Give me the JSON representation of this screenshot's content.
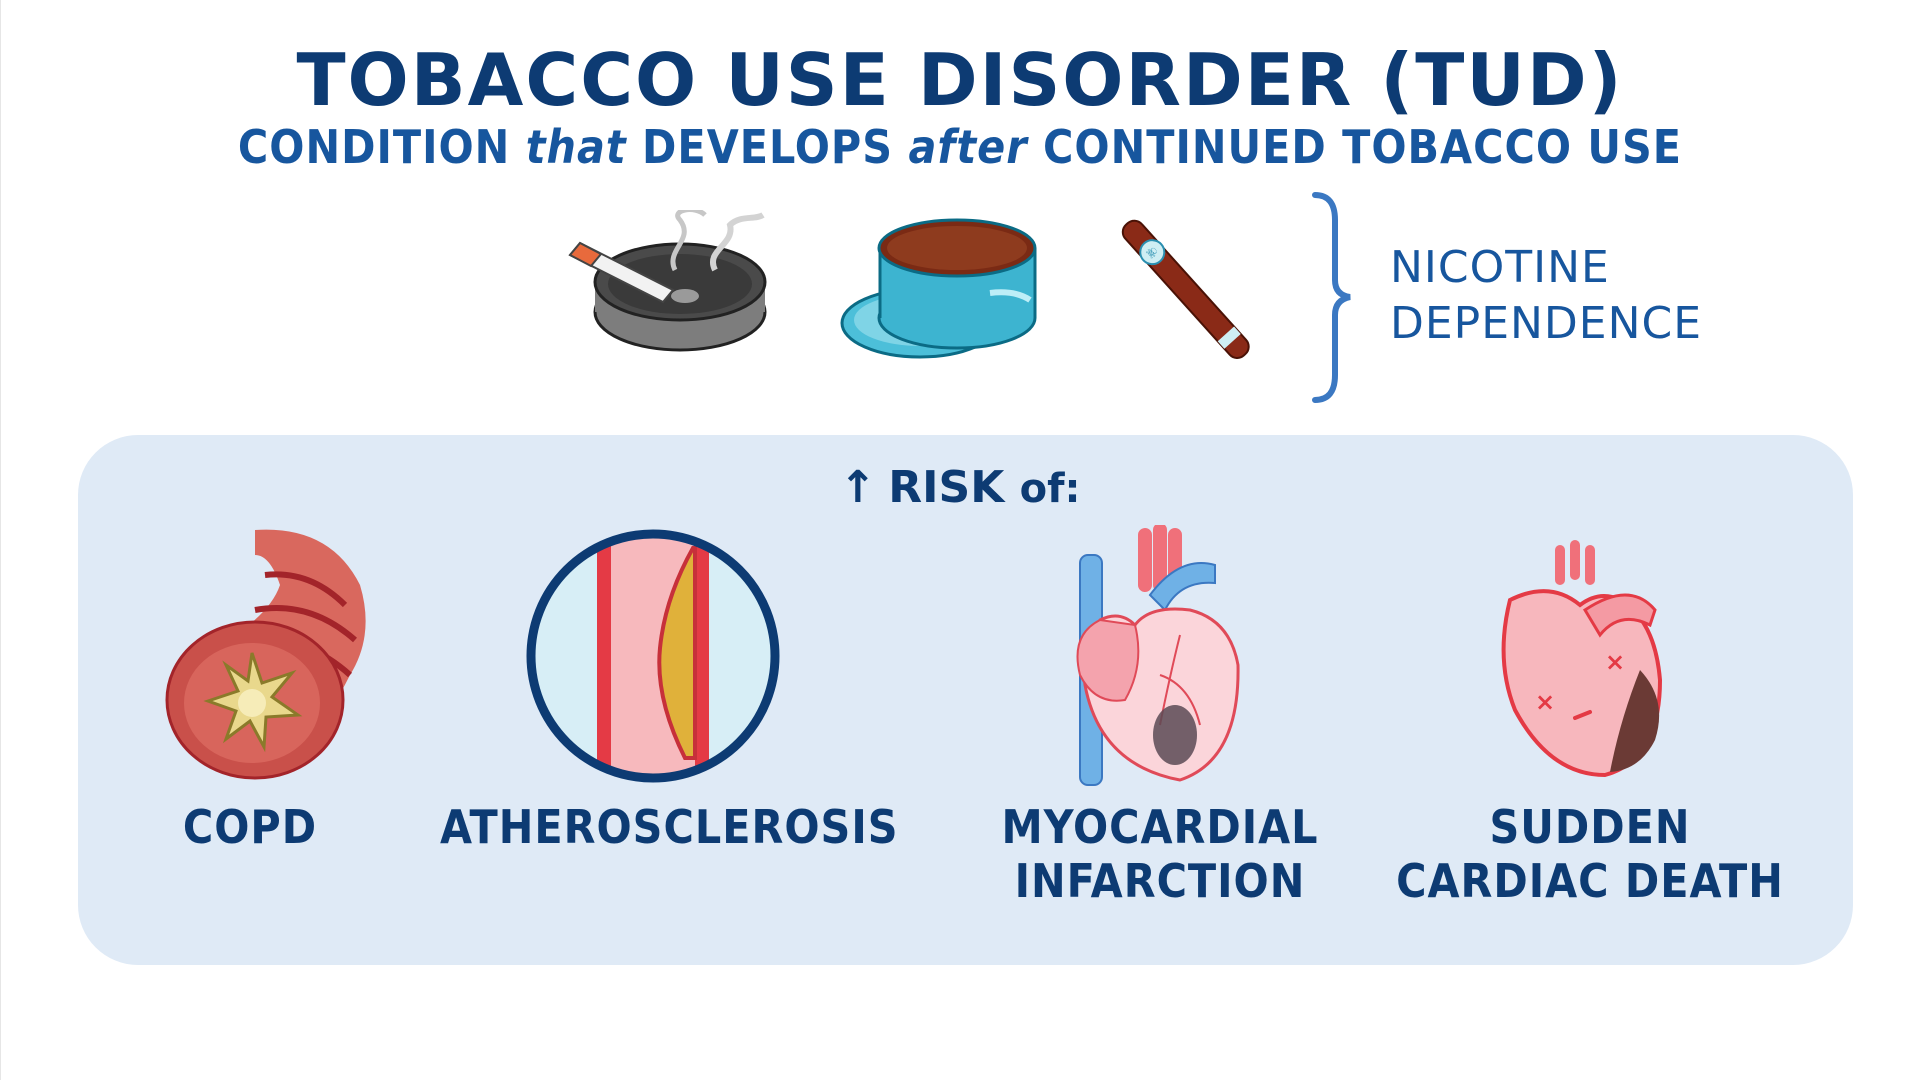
{
  "header": {
    "title": "TOBACCO USE DISORDER (TUD)",
    "subtitle_parts": [
      "CONDITION ",
      "that",
      " DEVELOPS ",
      "after",
      " CONTINUED TOBACCO USE"
    ]
  },
  "products": {
    "items": [
      {
        "name": "cigarette-in-ashtray",
        "icon": "ashtray-cigarette-icon"
      },
      {
        "name": "smokeless-tobacco-tin",
        "icon": "tobacco-tin-icon"
      },
      {
        "name": "cigar",
        "icon": "cigar-icon"
      }
    ],
    "bracket_label_line1": "NICOTINE",
    "bracket_label_line2": "DEPENDENCE"
  },
  "risk_panel": {
    "arrow": "↑",
    "heading": "RISK",
    "heading_suffix": "of:",
    "conditions": [
      {
        "label": "COPD",
        "icon": "airway-cross-section-icon"
      },
      {
        "label": "ATHEROSCLEROSIS",
        "icon": "plaque-artery-icon"
      },
      {
        "label": "MYOCARDIAL\nINFARCTION",
        "icon": "infarcted-heart-icon"
      },
      {
        "label": "SUDDEN\nCARDIAC DEATH",
        "icon": "dead-heart-icon"
      }
    ]
  },
  "colors": {
    "title": "#0d3b73",
    "subtitle": "#17569e",
    "panel_bg": "#dfeaf6",
    "bracket": "#3b78c2",
    "tin": "#3db4d0",
    "cigar": "#8a2a17",
    "heart_pink": "#f4a3ad",
    "vessel_red": "#e43a45",
    "plaque": "#e0b13a"
  }
}
